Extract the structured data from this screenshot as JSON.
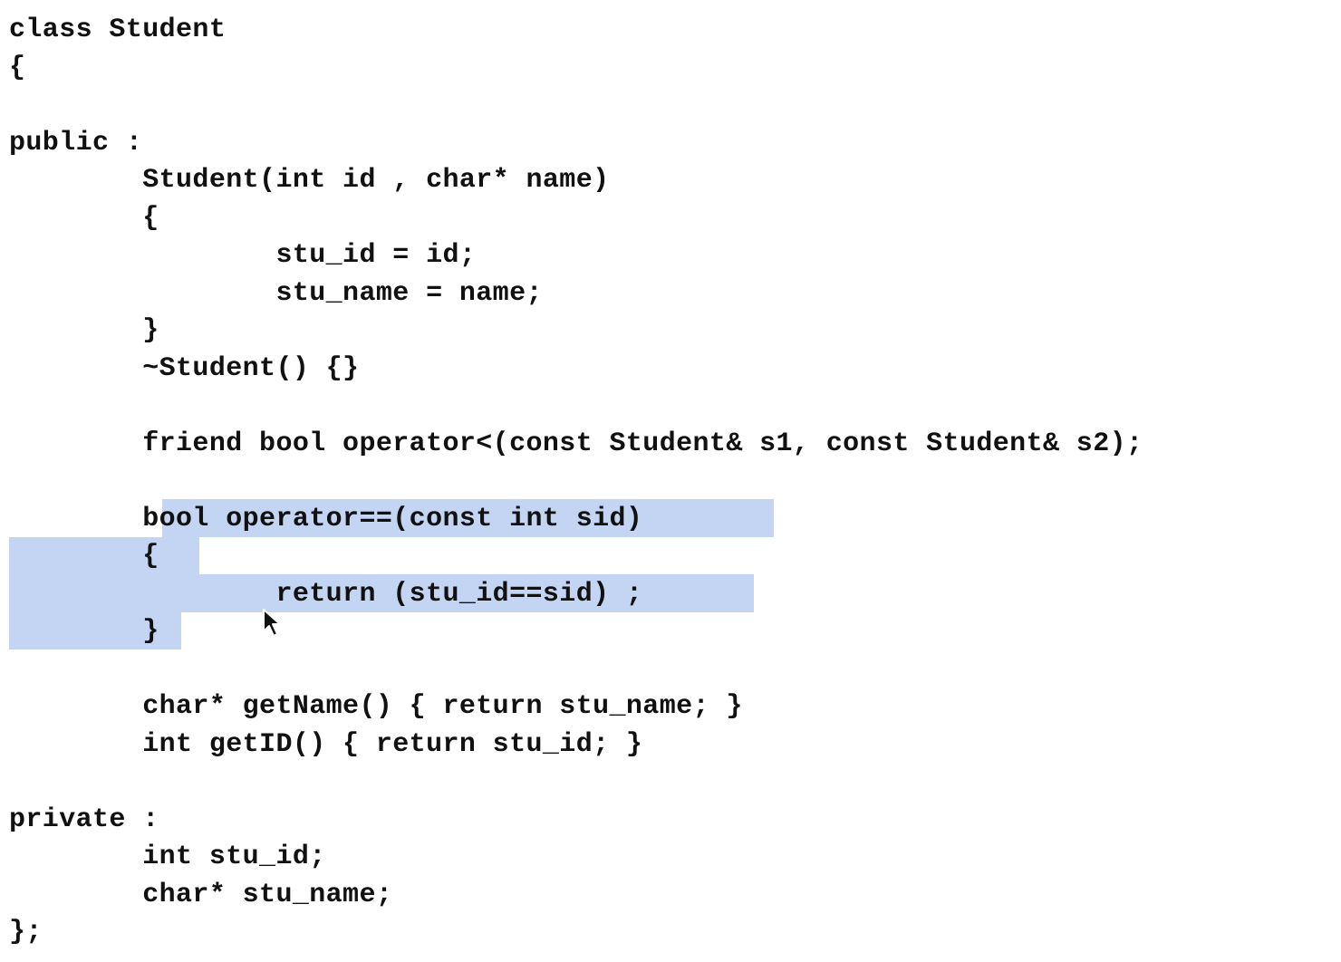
{
  "editor": {
    "lines": [
      "class Student",
      "{",
      "",
      "public :",
      "        Student(int id , char* name)",
      "        {",
      "                stu_id = id;",
      "                stu_name = name;",
      "        }",
      "        ~Student() {}",
      "",
      "        friend bool operator<(const Student& s1, const Student& s2);",
      "",
      "        bool operator==(const int sid)",
      "        {",
      "                return (stu_id==sid) ;",
      "        }",
      "",
      "        char* getName() { return stu_name; }",
      "        int getID() { return stu_id; }",
      "",
      "private :",
      "        int stu_id;",
      "        char* stu_name;",
      "};"
    ],
    "selection_lines": "14-17",
    "colors": {
      "background": "#ffffff",
      "text": "#111111",
      "selection": "#c3d5f2"
    }
  },
  "cursor": {
    "icon": "arrow-cursor-icon"
  }
}
